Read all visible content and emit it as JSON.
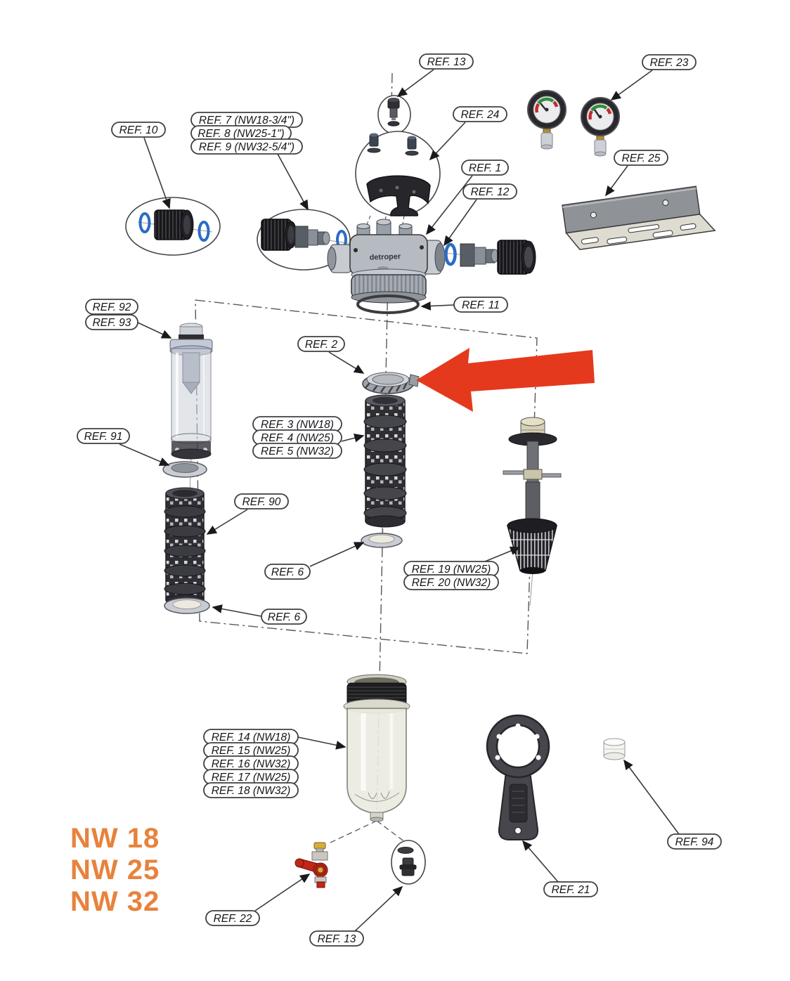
{
  "diagram": {
    "type": "exploded-parts-diagram",
    "brand_text": "detroper",
    "size_variants": [
      "NW 18",
      "NW 25",
      "NW 32"
    ],
    "labels": {
      "ref13_top": "REF. 13",
      "ref23": "REF. 23",
      "ref10": "REF. 10",
      "ref7": "REF. 7 (NW18-3/4\")",
      "ref8": "REF. 8 (NW25-1\")",
      "ref9": "REF. 9 (NW32-5/4\")",
      "ref24": "REF. 24",
      "ref1": "REF. 1",
      "ref12": "REF. 12",
      "ref25": "REF. 25",
      "ref11": "REF. 11",
      "ref92": "REF. 92",
      "ref93": "REF. 93",
      "ref2": "REF. 2",
      "ref3": "REF. 3 (NW18)",
      "ref4": "REF. 4 (NW25)",
      "ref5": "REF. 5 (NW32)",
      "ref91": "REF. 91",
      "ref90": "REF. 90",
      "ref6_center": "REF. 6",
      "ref19": "REF. 19 (NW25)",
      "ref20": "REF. 20 (NW32)",
      "ref6_bottom": "REF. 6",
      "ref14": "REF. 14 (NW18)",
      "ref15": "REF. 15 (NW25)",
      "ref16": "REF. 16 (NW32)",
      "ref17": "REF. 17 (NW25)",
      "ref18": "REF. 18 (NW32)",
      "ref94": "REF. 94",
      "ref21": "REF. 21",
      "ref22": "REF. 22",
      "ref13_bottom": "REF. 13"
    },
    "highlight": {
      "type": "red-arrow",
      "target_label": "REF. 2"
    },
    "colors": {
      "arrow_red": "#E5391D",
      "variant_text_orange": "#E8823C",
      "oring_blue": "#2B6CC4",
      "leader_line": "#3A3A3E"
    }
  }
}
